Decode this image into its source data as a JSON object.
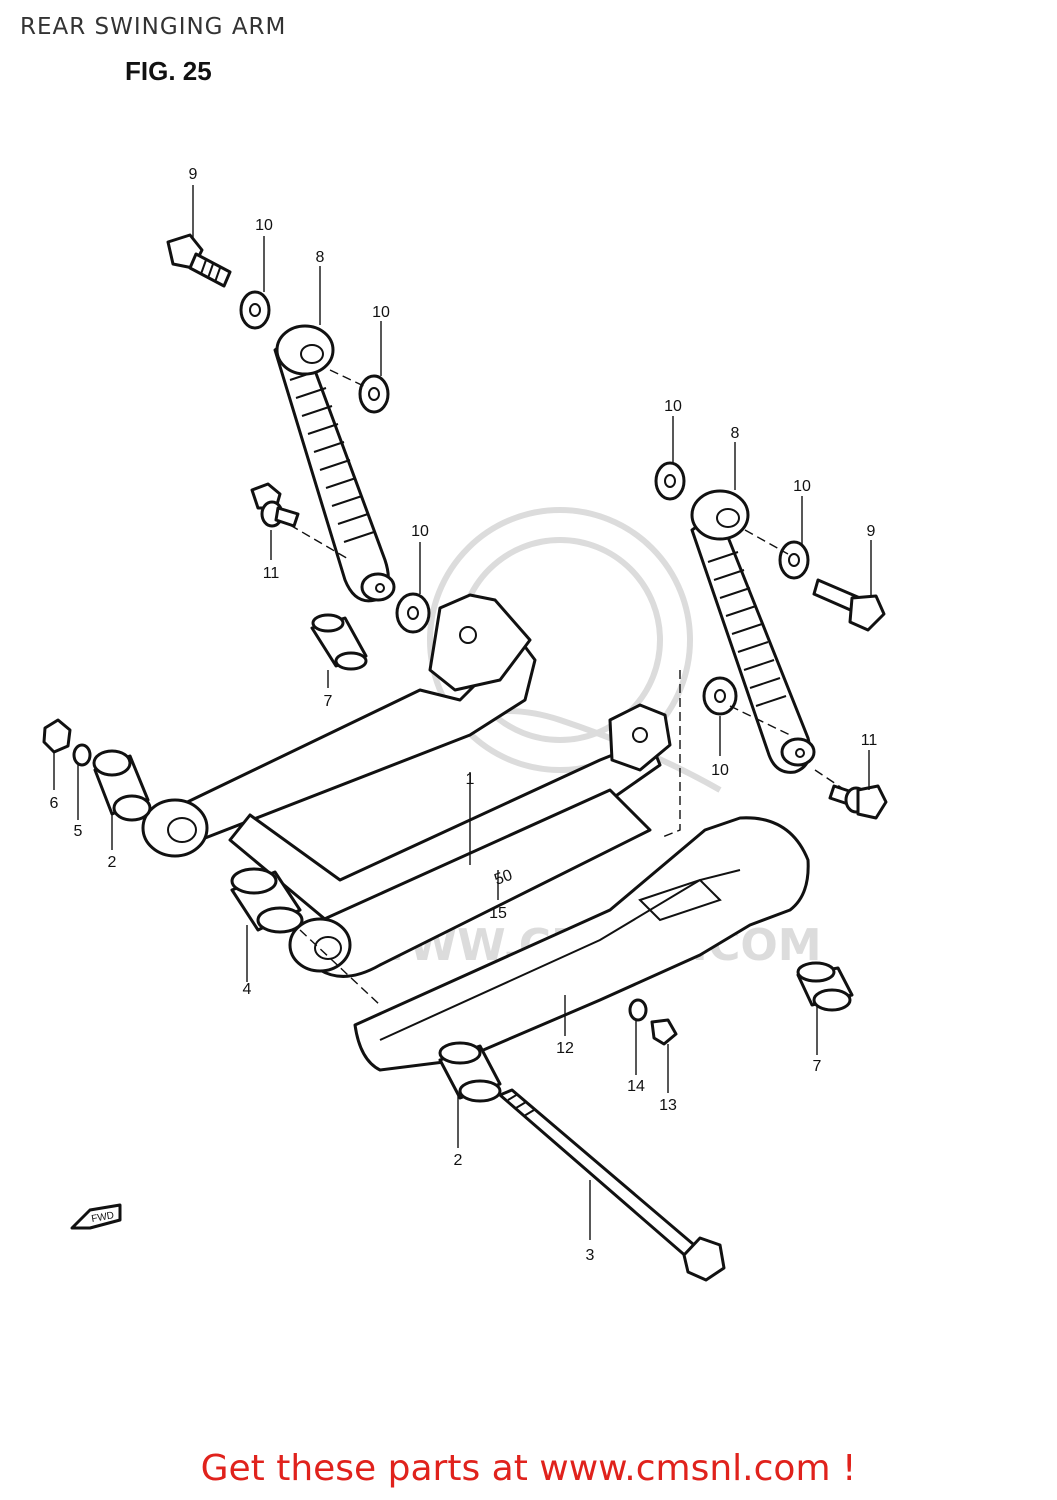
{
  "header": {
    "title": "REAR SWINGING ARM",
    "figure": "FIG. 25"
  },
  "diagram": {
    "emblem_text": "50",
    "direction_label": "FWD",
    "watermark_text": "WWW.CMSNL.COM",
    "callouts": [
      {
        "id": "c9a",
        "label": "9"
      },
      {
        "id": "c10a",
        "label": "10"
      },
      {
        "id": "c8a",
        "label": "8"
      },
      {
        "id": "c10b",
        "label": "10"
      },
      {
        "id": "c11a",
        "label": "11"
      },
      {
        "id": "c10c",
        "label": "10"
      },
      {
        "id": "c7a",
        "label": "7"
      },
      {
        "id": "c10d",
        "label": "10"
      },
      {
        "id": "c8b",
        "label": "8"
      },
      {
        "id": "c10e",
        "label": "10"
      },
      {
        "id": "c9b",
        "label": "9"
      },
      {
        "id": "c10f",
        "label": "10"
      },
      {
        "id": "c11b",
        "label": "11"
      },
      {
        "id": "c1",
        "label": "1"
      },
      {
        "id": "c15",
        "label": "15"
      },
      {
        "id": "c6",
        "label": "6"
      },
      {
        "id": "c5",
        "label": "5"
      },
      {
        "id": "c2a",
        "label": "2"
      },
      {
        "id": "c4",
        "label": "4"
      },
      {
        "id": "c12",
        "label": "12"
      },
      {
        "id": "c14",
        "label": "14"
      },
      {
        "id": "c13",
        "label": "13"
      },
      {
        "id": "c7b",
        "label": "7"
      },
      {
        "id": "c2b",
        "label": "2"
      },
      {
        "id": "c3",
        "label": "3"
      }
    ]
  },
  "footer": {
    "cta": "Get these parts at www.cmsnl.com !"
  }
}
